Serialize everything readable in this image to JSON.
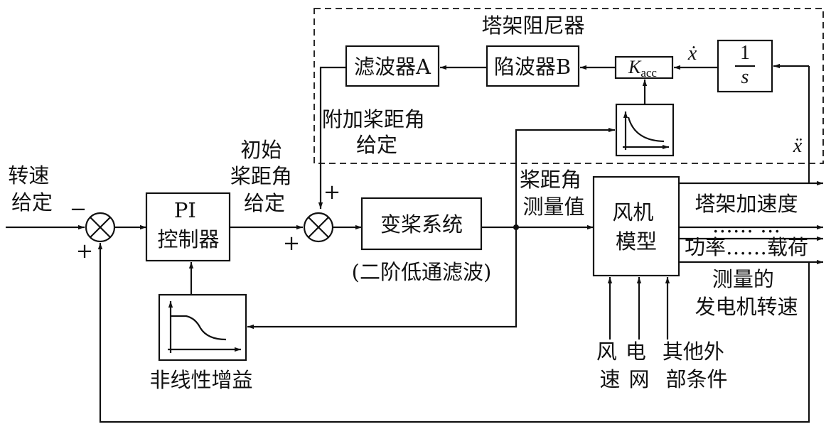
{
  "tower_damper": {
    "title": "塔架阻尼器"
  },
  "blocks": {
    "filter_a": "滤波器A",
    "notch_b": "陷波器B",
    "k_acc": {
      "base": "K",
      "sub": "acc"
    },
    "integrator": {
      "num": "1",
      "den": "s"
    },
    "pi": {
      "line1": "PI",
      "line2": "控制器"
    },
    "pitch_system": "变桨系统",
    "turbine": {
      "line1": "风机",
      "line2": "模型"
    }
  },
  "labels": {
    "speed_ref": [
      "转速",
      "给定"
    ],
    "initial_pitch": [
      "初始",
      "桨距角",
      "给定"
    ],
    "additional_pitch": [
      "附加桨距角",
      "给定"
    ],
    "pitch_measured": [
      "桨距角",
      "测量值"
    ],
    "second_order": "(二阶低通滤波)",
    "nonlinear_gain": "非线性增益",
    "tower_accel": "塔架加速度",
    "power_load": "功率……载荷",
    "dots_row": "……  …",
    "measured_speed": [
      "测量的",
      "发电机转速"
    ],
    "wind": [
      "风",
      "速"
    ],
    "grid": [
      "电",
      "网"
    ],
    "other": [
      "其他外",
      "部条件"
    ],
    "x_dot": "ẋ",
    "x_ddot": "ẍ"
  },
  "signs": {
    "sum1_top": "−",
    "sum1_bottom": "+",
    "sum2_top": "+",
    "sum2_left": "+"
  }
}
